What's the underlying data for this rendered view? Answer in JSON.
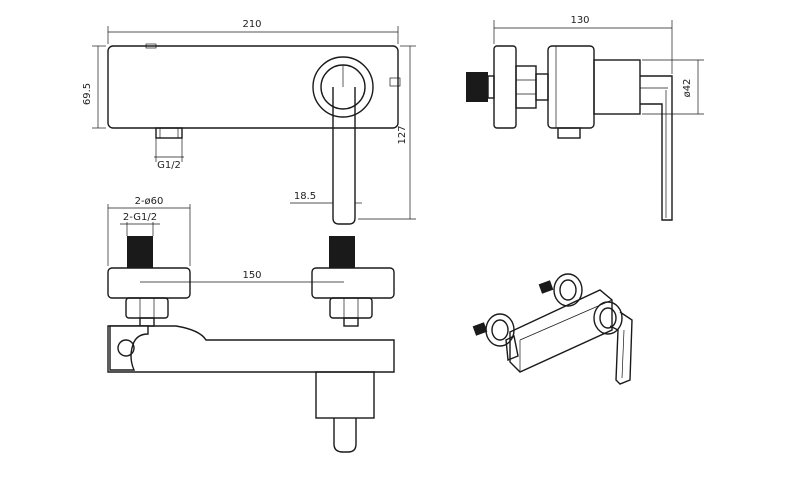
{
  "dimensions": {
    "front_width": "210",
    "front_height": "69.5",
    "total_height": "127",
    "handle_offset": "18.5",
    "inlet_thread_front": "G1/2",
    "side_depth": "130",
    "handle_diameter": "ø42",
    "flange_diameter": "2-ø60",
    "inlet_thread_top": "2-G1/2",
    "inlet_spacing": "150"
  },
  "colors": {
    "line": "#1a1a1a",
    "dimension_line": "#333333",
    "background": "#ffffff"
  }
}
